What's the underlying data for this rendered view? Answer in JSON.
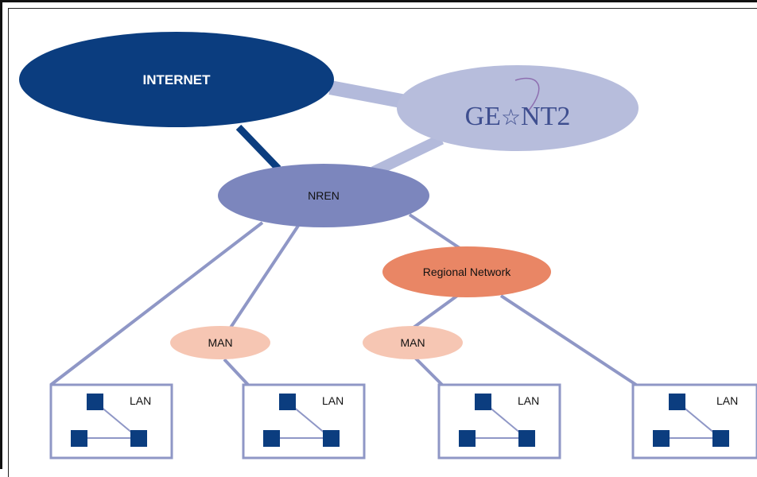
{
  "diagram": {
    "nodes": {
      "internet": {
        "label": "INTERNET",
        "color": "#0b3d7f"
      },
      "geant": {
        "label_left": "GE",
        "label_star": "☆",
        "label_right": "NT2",
        "color": "#b7bddc",
        "text_color": "#3e4e8f"
      },
      "nren": {
        "label": "NREN",
        "color": "#7c86bd"
      },
      "regional": {
        "label": "Regional Network",
        "color": "#e98665"
      },
      "man1": {
        "label": "MAN",
        "color": "#f6c6b3"
      },
      "man2": {
        "label": "MAN",
        "color": "#f6c6b3"
      }
    },
    "lans": [
      {
        "label": "LAN"
      },
      {
        "label": "LAN"
      },
      {
        "label": "LAN"
      },
      {
        "label": "LAN"
      }
    ],
    "colors": {
      "link_dark": "#0b3d7f",
      "link_light": "#b3badb",
      "link_mid": "#7c86bd",
      "lan_square": "#0b3d7f",
      "lan_box": "#8f97c6"
    }
  }
}
